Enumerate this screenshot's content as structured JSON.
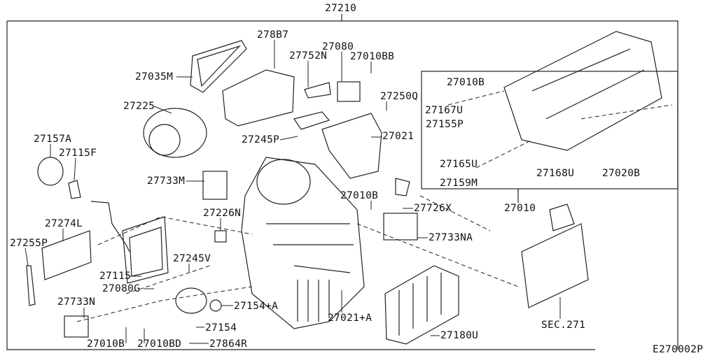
{
  "diagram_code": "E270002P",
  "assembly": "27210",
  "labels": {
    "l27210": "27210",
    "l278B7": "278B7",
    "l27080": "27080",
    "l27752N": "27752N",
    "l27010BB": "27010BB",
    "l27035M": "27035M",
    "l27225": "27225",
    "l27250Q": "27250Q",
    "l27245P": "27245P",
    "l27021": "27021",
    "l27157A": "27157A",
    "l27115F": "27115F",
    "l27733M": "27733M",
    "l27010B_mid": "27010B",
    "l27726X": "27726X",
    "l27226N": "27226N",
    "l27274L": "27274L",
    "l27255P": "27255P",
    "l27733NA": "27733NA",
    "l27245V": "27245V",
    "l27115": "27115",
    "l27080G": "27080G",
    "l27733N": "27733N",
    "l27154A": "27154+A",
    "l27021A": "27021+A",
    "l27154": "27154",
    "l27010B_bot": "27010B",
    "l27010BD": "27010BD",
    "l27864R": "27864R",
    "l27180U": "27180U",
    "lSEC271": "SEC.271",
    "l27010": "27010"
  },
  "inset": {
    "l27010B": "27010B",
    "l27167U": "27167U",
    "l27155P": "27155P",
    "l27165U": "27165U",
    "l27159M": "27159M",
    "l27168U": "27168U",
    "l27020B": "27020B"
  }
}
